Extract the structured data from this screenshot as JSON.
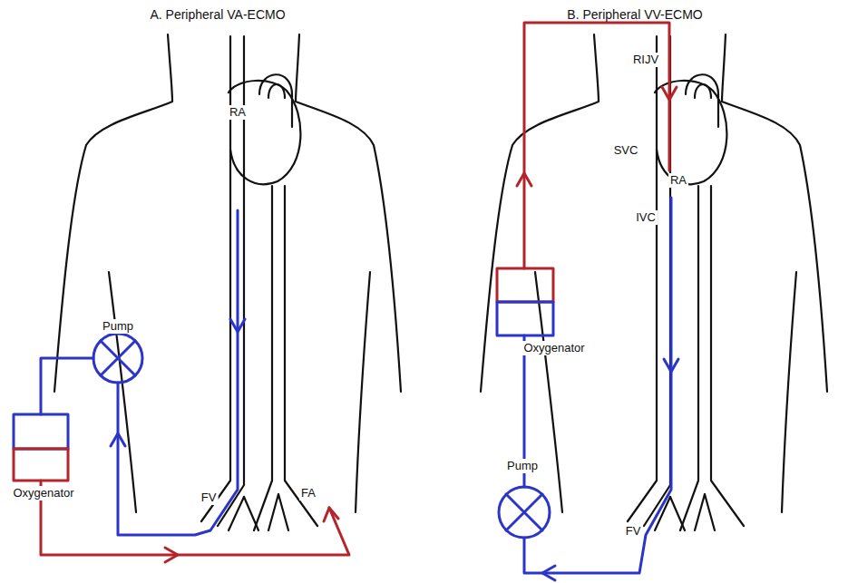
{
  "diagram": {
    "labels": [
      "A. Peripheral VA-ECMO",
      "B. Peripheral VV-ECMO",
      "RA",
      "Pump",
      "Oxygenator",
      "FV",
      "FA",
      "RIJV",
      "SVC",
      "RA",
      "IVC",
      "Oxygenator",
      "Pump",
      "FV"
    ]
  }
}
